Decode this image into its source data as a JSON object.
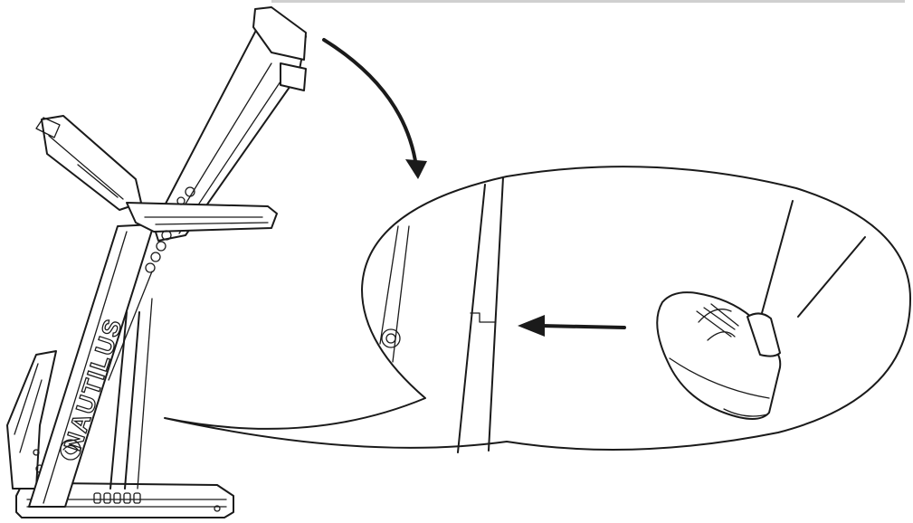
{
  "figure": {
    "brand_text": "NAUTILUS",
    "ink_color": "#1a1a1a",
    "background_color": "#ffffff",
    "motion_arrows": [
      "curved-down-arrow",
      "left-arrow"
    ]
  }
}
